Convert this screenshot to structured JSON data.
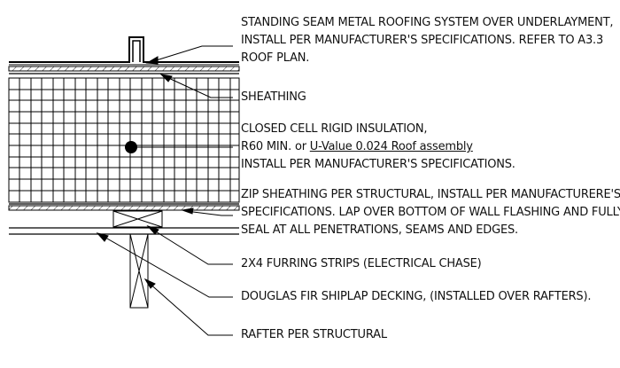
{
  "notes": {
    "roofing": {
      "line1": "STANDING SEAM METAL ROOFING SYSTEM OVER UNDERLAYMENT,",
      "line2": "INSTALL PER MANUFACTURER'S SPECIFICATIONS. REFER TO A3.3",
      "line3": "ROOF PLAN."
    },
    "sheathing": {
      "line1": "SHEATHING"
    },
    "insulation": {
      "line1": "CLOSED CELL RIGID INSULATION,",
      "line2a": "R60 MIN. or ",
      "line2b": "U-Value 0.024 Roof assembly",
      "line3": "INSTALL PER MANUFACTURER'S SPECIFICATIONS."
    },
    "zip": {
      "line1": "ZIP SHEATHING PER STRUCTURAL, INSTALL PER MANUFACTURERE'S",
      "line2": "SPECIFICATIONS. LAP OVER BOTTOM OF WALL FLASHING AND FULLY",
      "line3": "SEAL AT ALL PENETRATIONS, SEAMS AND EDGES."
    },
    "furring": {
      "line1": "2X4 FURRING STRIPS (ELECTRICAL CHASE)"
    },
    "decking": {
      "line1": "DOUGLAS FIR SHIPLAP DECKING,  (INSTALLED OVER RAFTERS)."
    },
    "rafter": {
      "line1": "RAFTER PER STRUCTURAL"
    }
  }
}
